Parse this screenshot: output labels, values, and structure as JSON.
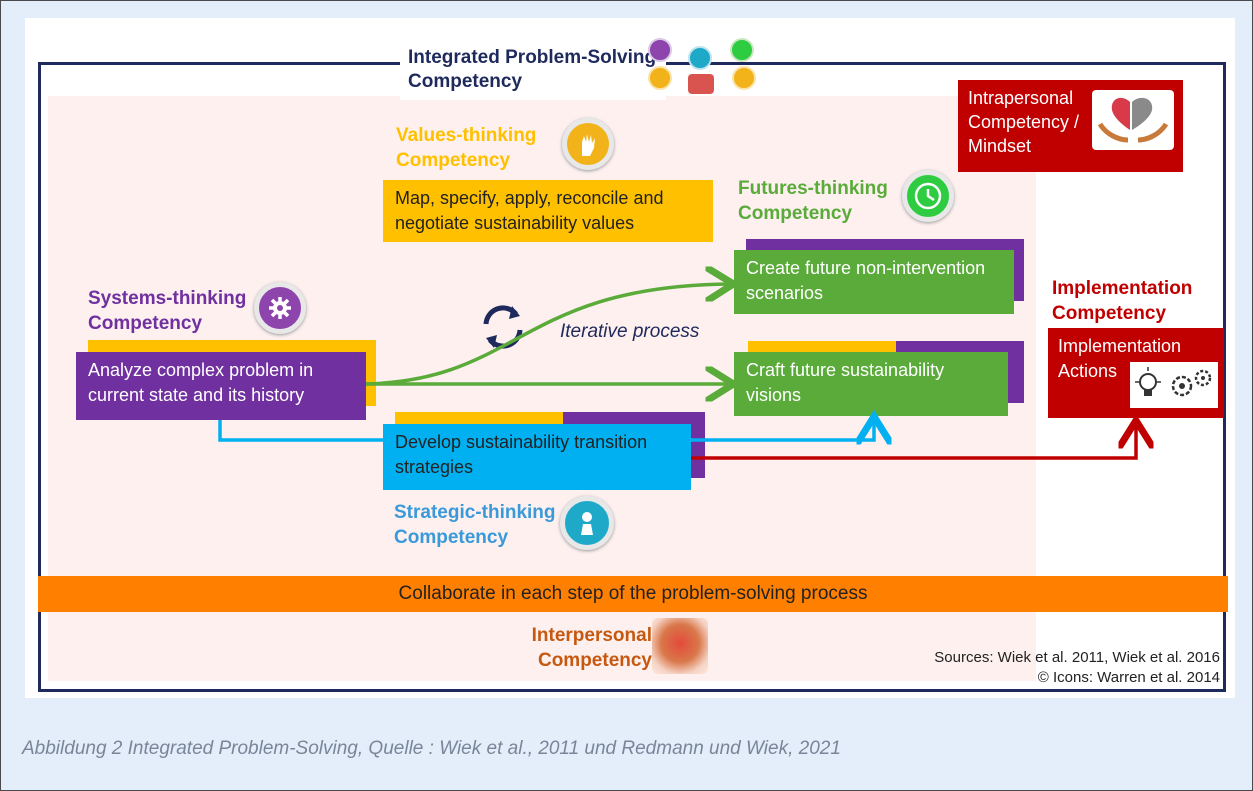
{
  "title": "Integrated Problem-Solving Competency",
  "intrapersonal": {
    "label": "Intrapersonal Competency / Mindset"
  },
  "values": {
    "label": "Values-thinking Competency",
    "box": "Map, specify, apply, reconcile and negotiate sustainability values"
  },
  "futures": {
    "label": "Futures-thinking Competency",
    "box1": "Create future non-intervention scenarios",
    "box2": "Craft future sustainability visions"
  },
  "systems": {
    "label": "Systems-thinking Competency",
    "box": "Analyze complex problem in current state and its history"
  },
  "iterative": "Iterative process",
  "strategic": {
    "label": "Strategic-thinking Competency",
    "box": "Develop sustainability transition strategies"
  },
  "implementation": {
    "label": "Implementation Competency",
    "box": "Implementation Actions"
  },
  "collaborate": "Collaborate in each step of the problem-solving process",
  "interpersonal": {
    "label": "Interpersonal Competency"
  },
  "sources": {
    "line1": "Sources: Wiek et al. 2011, Wiek et al. 2016",
    "line2": "© Icons: Warren et al. 2014"
  },
  "caption": "Abbildung 2 Integrated Problem-Solving, Quelle : Wiek et al., 2011 und Redmann und Wiek, 2021",
  "colors": {
    "navy": "#1f2a5c",
    "purple": "#7030a0",
    "yellow": "#ffc000",
    "green": "#5aab3a",
    "blue": "#00b0f0",
    "red": "#c00000",
    "orange": "#ff7f00",
    "pink": "#fdf0ef"
  },
  "icons": [
    "gear-icon",
    "hand-icon",
    "clock-icon",
    "pawn-icon",
    "brain-heart-icon",
    "lightbulb-gears-icon",
    "hands-together-icon",
    "refresh-cycle-icon"
  ]
}
